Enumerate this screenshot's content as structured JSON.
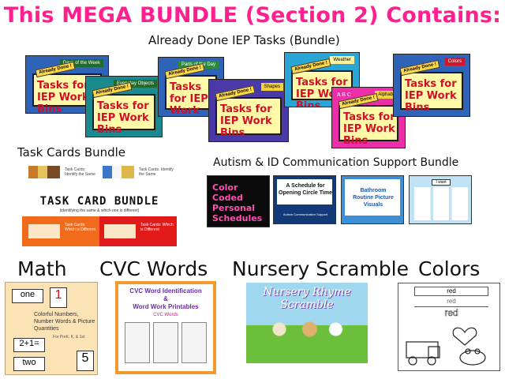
{
  "title": "This MEGA BUNDLE (Section 2) Contains:",
  "iep_section": {
    "heading": "Already Done IEP Tasks (Bundle)",
    "cards": [
      {
        "badge": "Already Done !",
        "topic": "Days of the Week",
        "text": "Tasks for IEP Work Bins",
        "bg": "#2f63b8"
      },
      {
        "badge": "Already Done !",
        "topic": "Everyday Objects",
        "text": "Tasks for IEP Work Bins",
        "bg": "#1b8a8f"
      },
      {
        "badge": "Already Done !",
        "topic": "Parts of the Day",
        "text": "Tasks for IEP Work Bins",
        "bg": "#2f63b8"
      },
      {
        "badge": "Already Done !",
        "topic": "Shapes",
        "text": "Tasks for IEP Work Bins",
        "bg": "#4a3aa8"
      },
      {
        "badge": "Already Done !",
        "topic": "Weather",
        "text": "Tasks for IEP Work Bins",
        "bg": "#2aa6d6"
      },
      {
        "badge": "Already Done !",
        "topic": "Alphabet",
        "text": "Tasks for IEP Work Bins",
        "bg": "#ec2fa8",
        "letters": "A B C"
      },
      {
        "badge": "Already Done !",
        "topic": "Colors",
        "text": "Tasks for IEP Work Bins",
        "bg": "#2f63b8"
      }
    ]
  },
  "task_cards": {
    "heading": "Task Cards Bundle",
    "title": "TASK CARD BUNDLE",
    "subtitle": "(identifying the same & which one is different)",
    "items": [
      "Task Cards: Identify the Same",
      "Task Cards: Identify the Same",
      "Task Cards: Which is Different",
      "Task Cards: Which is Different"
    ]
  },
  "autism": {
    "heading": "Autism & ID Communication Support Bundle",
    "card1": "Color Coded Personal Schedules",
    "card2": "A Schedule for Opening Circle Time",
    "card2_sub": "Autism Communication Support",
    "card3": "Bathroom Routine Picture Visuals",
    "card4": "I want"
  },
  "bottom": {
    "math": "Math",
    "cvc": "CVC Words",
    "nursery": "Nursery Scramble",
    "colors": "Colors"
  },
  "math_card": {
    "one": "one",
    "one_numeral": "1",
    "title": "Colorful Numbers, Number Words & Picture Quantities",
    "grades": "For PreK, K, & 1st",
    "eq": "2+1=",
    "two": "two",
    "five": "5"
  },
  "cvc_card": {
    "title_line1": "CVC Word Identification",
    "amp": "&",
    "title_line2": "Word Work Printables",
    "sub": "CVC Words"
  },
  "nursery_card": {
    "title": "Nursery Rhyme Scramble"
  },
  "colors_card": {
    "word1": "red",
    "word2": "red",
    "word3": "red"
  }
}
